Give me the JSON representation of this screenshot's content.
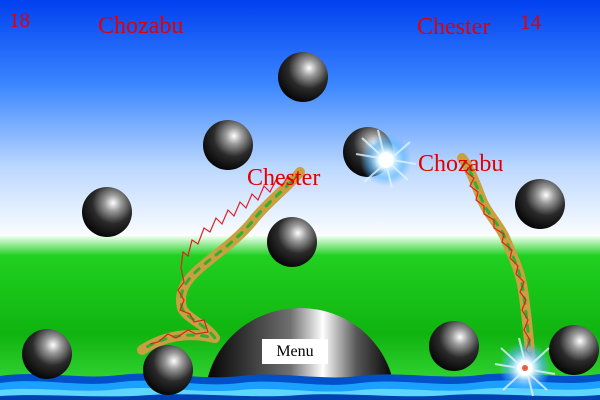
{
  "hud": {
    "left_player": {
      "score": "18",
      "name": "Chozabu"
    },
    "right_player": {
      "score": "14",
      "name": "Chester"
    }
  },
  "snake_labels": {
    "left_snake": "Chester",
    "right_snake": "Chozabu"
  },
  "menu": {
    "label": "Menu"
  },
  "colors": {
    "sky_top": "#0050ff",
    "sky_bottom": "#ffffff",
    "grass": "#10c010",
    "water": "#0060d0",
    "text_red": "#e00000",
    "snake_body": "#c8a040",
    "snake_stripe": "#30b030",
    "snake_zigzag": "#e02020"
  },
  "icons": {
    "ball": "black-ball-icon",
    "burst": "energy-burst-icon"
  }
}
